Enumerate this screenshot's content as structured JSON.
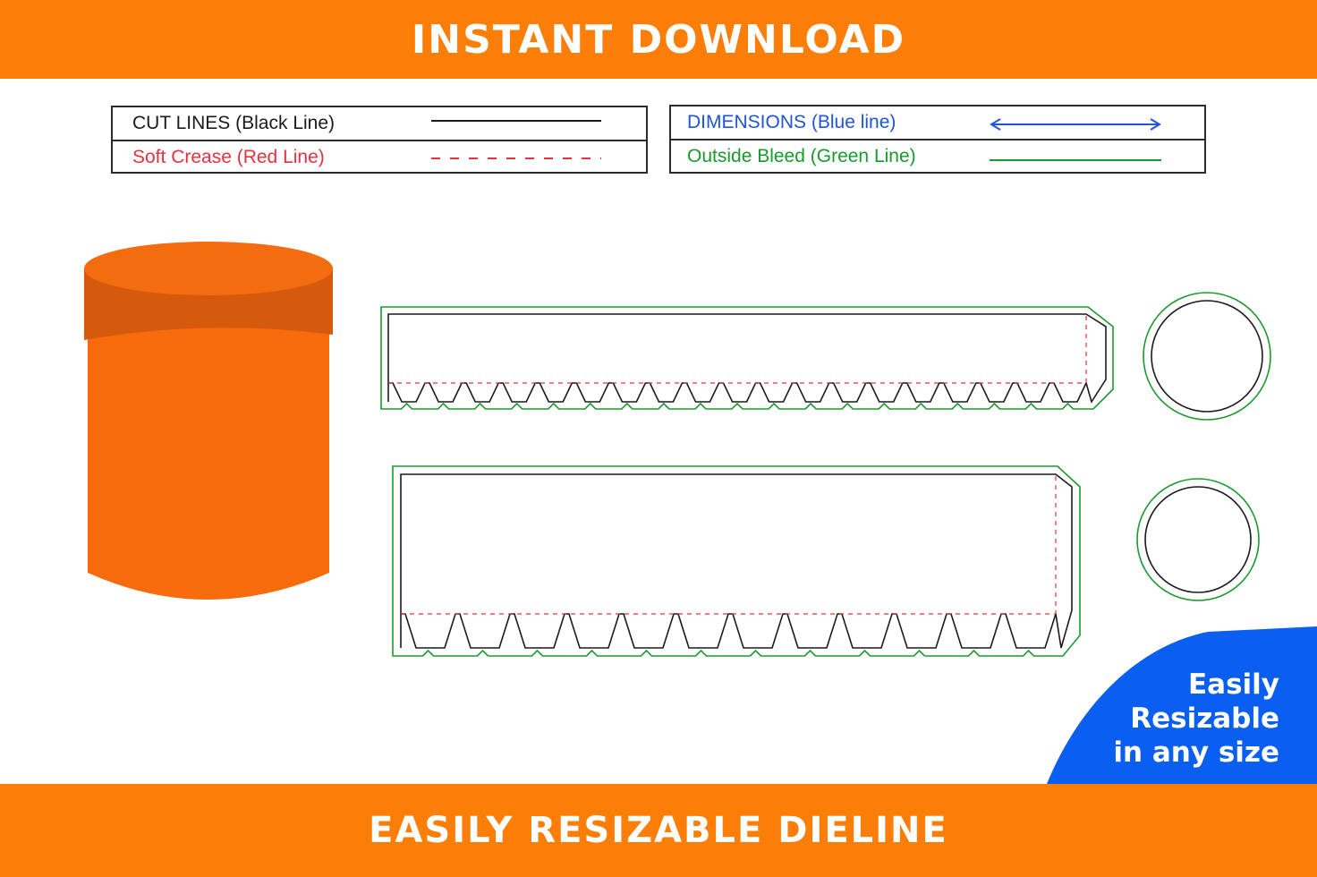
{
  "header": {
    "title": "INSTANT DOWNLOAD"
  },
  "footer": {
    "title": "EASILY RESIZABLE DIELINE"
  },
  "legend": {
    "cut_lines": "CUT LINES (Black Line)",
    "soft_crease": "Soft Crease (Red Line)",
    "dimensions": "DIMENSIONS (Blue line)",
    "outside_bleed": "Outside Bleed (Green Line)"
  },
  "badge": {
    "line1": "Easily",
    "line2": "Resizable",
    "line3": "in any size"
  },
  "colors": {
    "banner_orange": "#fb7e08",
    "cut_black": "#1a1a1a",
    "crease_red": "#e8313d",
    "dimension_blue": "#1f55d6",
    "bleed_green": "#1a9a2e",
    "mockup_orange": "#f76b0c",
    "lid_top": "#f36d10",
    "lid_band": "#d65a0e",
    "badge_blue": "#0b5ff0"
  }
}
